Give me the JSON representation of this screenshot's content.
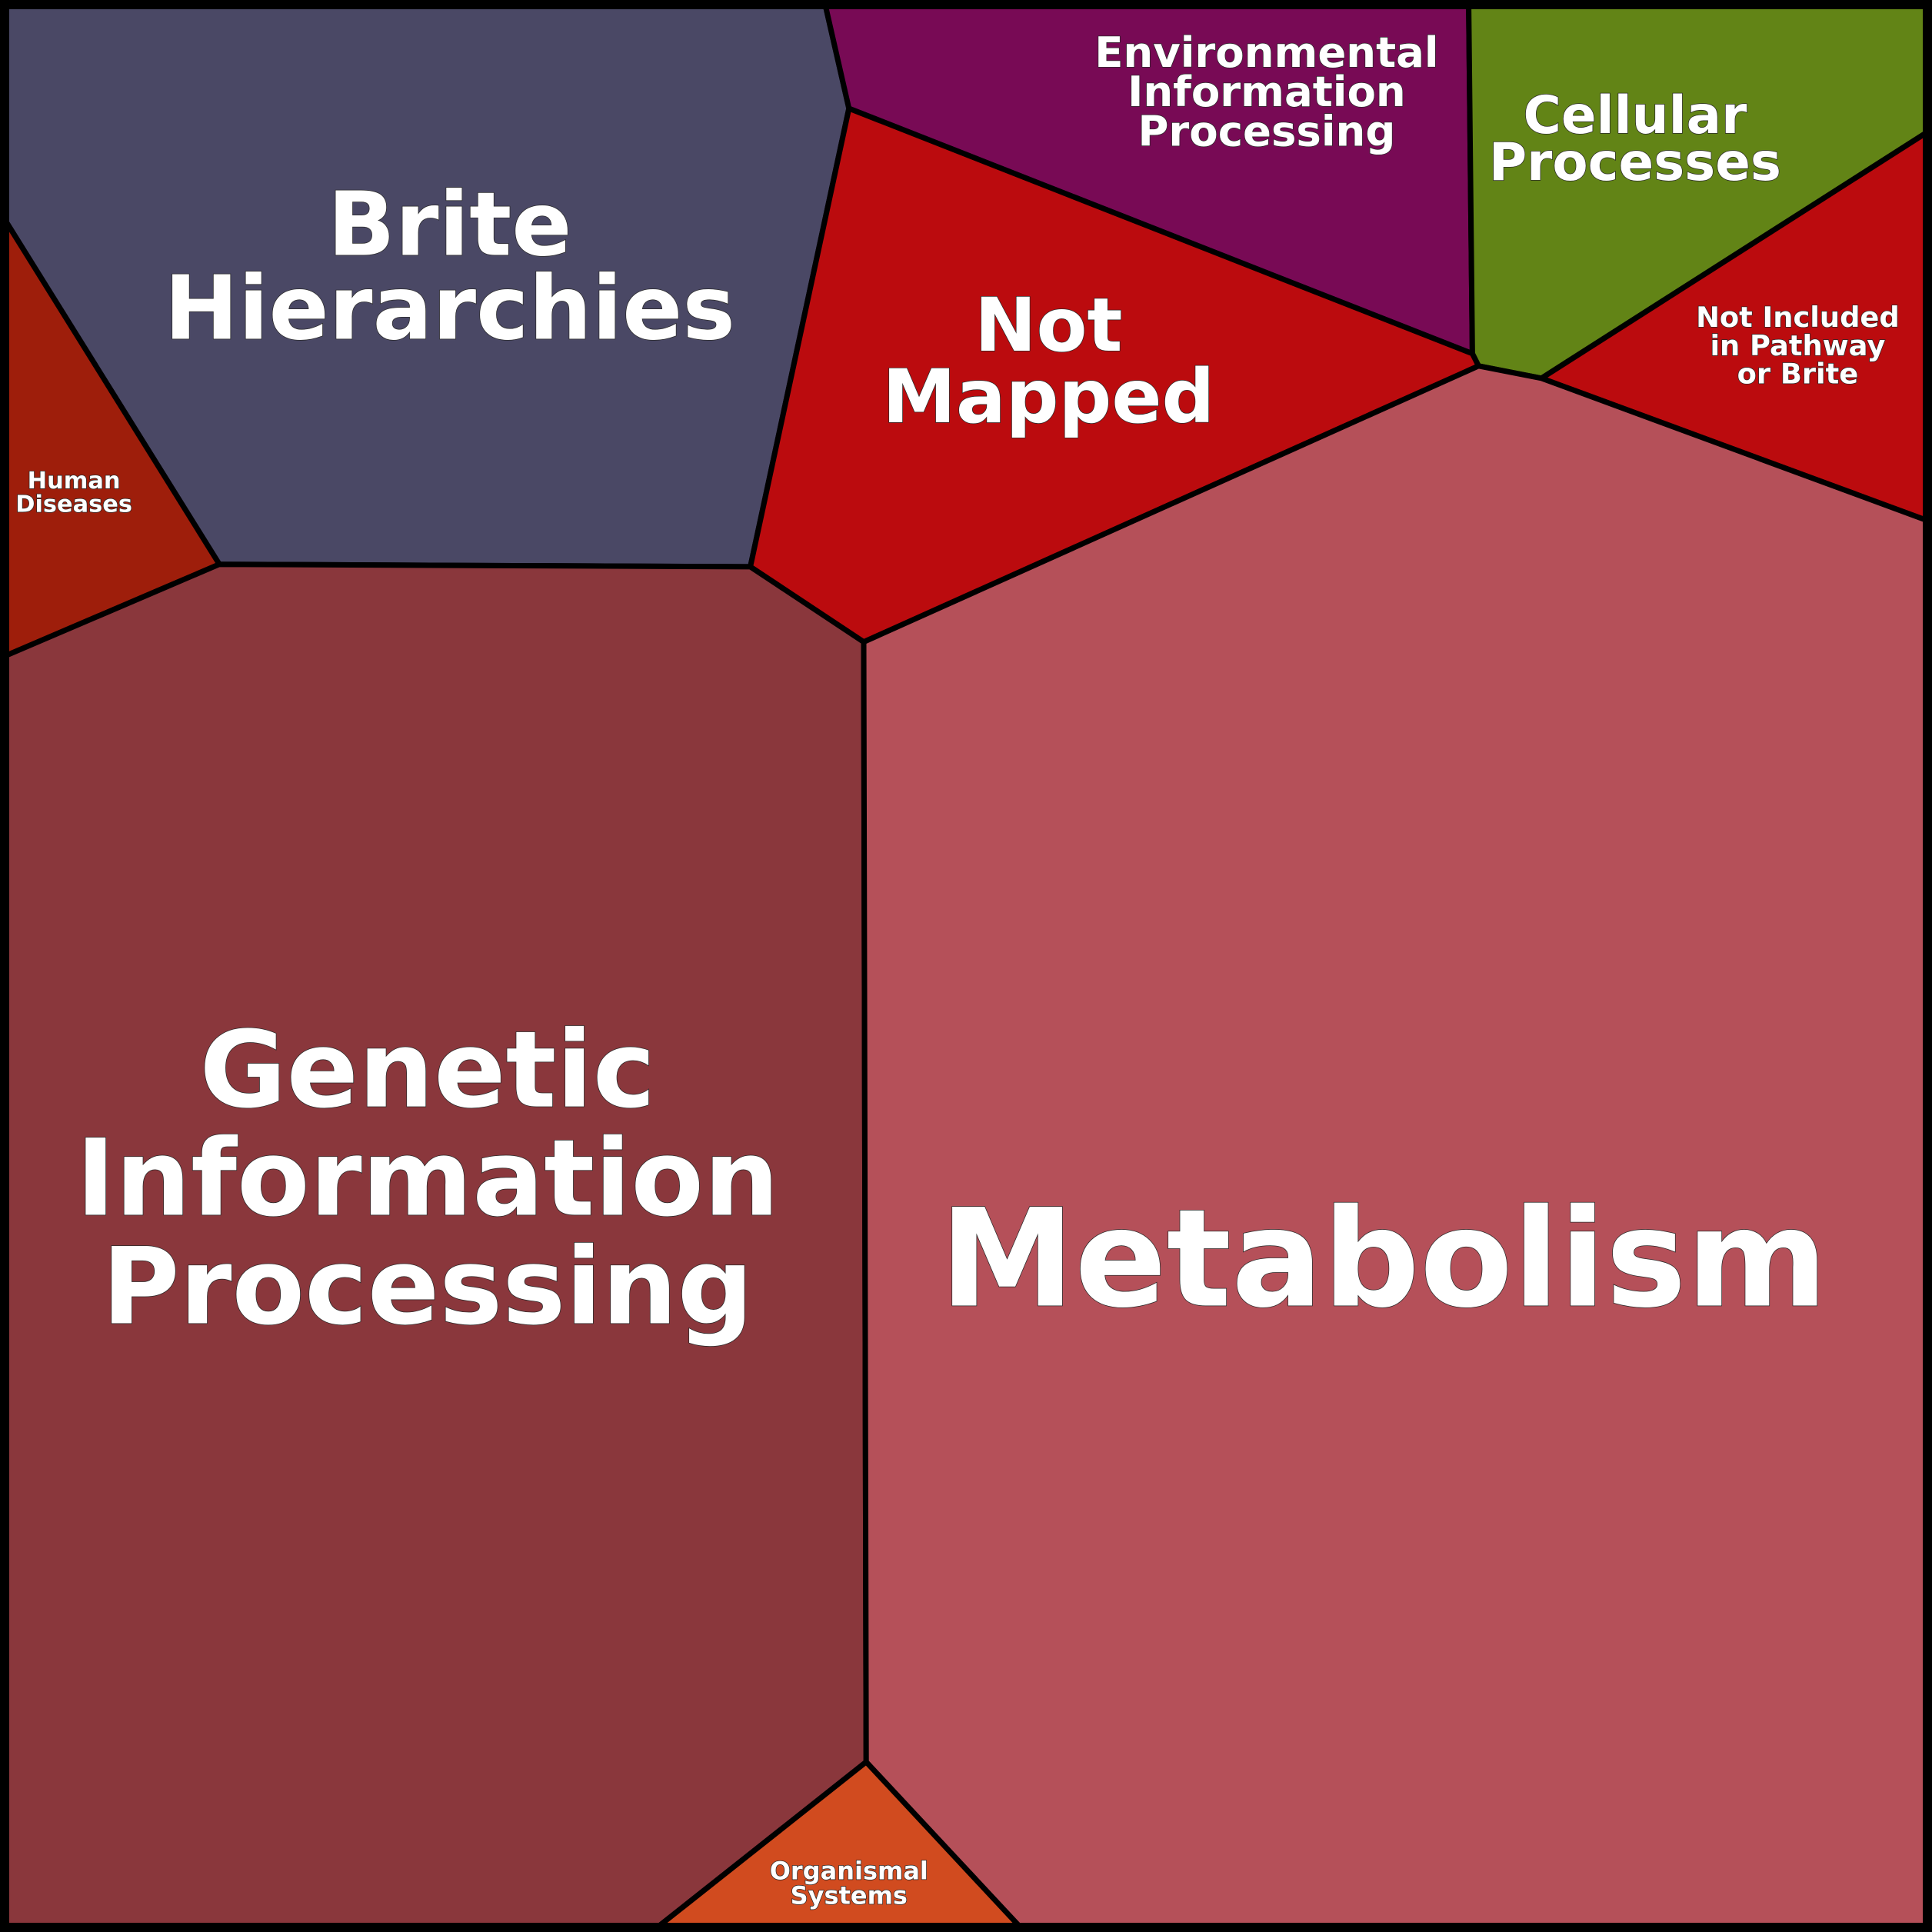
{
  "title": "KEGG functional category Voronoi treemap",
  "chart_data": {
    "type": "voronoi-treemap",
    "categories": [
      {
        "id": "brite",
        "label_lines": [
          "Brite",
          "Hierarchies"
        ],
        "color": "#4a4865"
      },
      {
        "id": "env",
        "label_lines": [
          "Environmental",
          "Information",
          "Processing"
        ],
        "color": "#780a55"
      },
      {
        "id": "cellular",
        "label_lines": [
          "Cellular",
          "Processes"
        ],
        "color": "#628416"
      },
      {
        "id": "notincluded",
        "label_lines": [
          "Not Included",
          "in Pathway",
          "or Brite"
        ],
        "color": "#bb0b0e"
      },
      {
        "id": "notmapped",
        "label_lines": [
          "Not",
          "Mapped"
        ],
        "color": "#bb0b0e"
      },
      {
        "id": "human",
        "label_lines": [
          "Human",
          "Diseases"
        ],
        "color": "#9e1e0b"
      },
      {
        "id": "genetic",
        "label_lines": [
          "Genetic",
          "Information",
          "Processing"
        ],
        "color": "#8a373c"
      },
      {
        "id": "metabolism",
        "label_lines": [
          "Metabolism"
        ],
        "color": "#b55059"
      },
      {
        "id": "organismal",
        "label_lines": [
          "Organismal",
          "Systems"
        ],
        "color": "#d14b1f"
      }
    ]
  }
}
